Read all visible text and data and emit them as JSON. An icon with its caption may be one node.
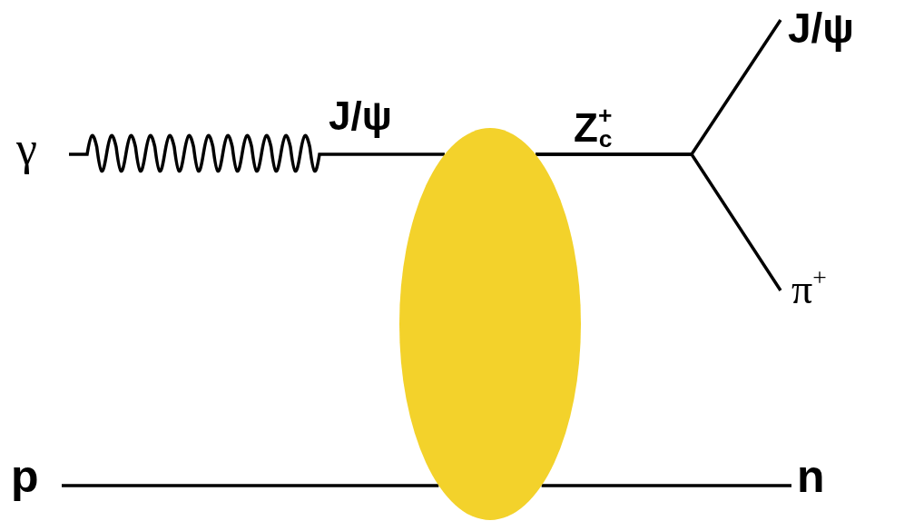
{
  "diagram": {
    "nodes": [
      {
        "text": [
          "γ"
        ]
      },
      {
        "text": [],
        "shape": "ellipse"
      },
      {
        "text": [
          "J/ψ"
        ]
      },
      {
        "text": [
          "π$^{+}$"
        ]
      },
      {
        "text": [
          "p"
        ]
      },
      {
        "text": [
          "n"
        ]
      }
    ],
    "edges": [
      {
        "from": 0,
        "to": 1,
        "arrow": "none",
        "label": "J/ψ"
      },
      {
        "from": 1,
        "to": 2,
        "arrow": "none",
        "label": "Z$^{+}$$_{c}$"
      },
      {
        "from": 1,
        "to": 3,
        "arrow": "none"
      },
      {
        "from": 4,
        "to": 1,
        "arrow": "none"
      },
      {
        "from": 1,
        "to": 5,
        "arrow": "none"
      }
    ]
  }
}
